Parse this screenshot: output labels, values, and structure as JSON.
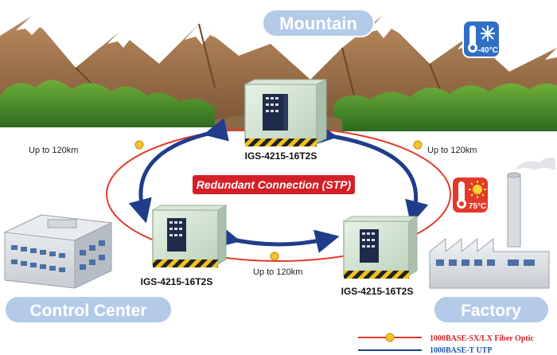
{
  "title": "Mountain",
  "locations": {
    "control_center": "Control Center",
    "factory": "Factory"
  },
  "devices": {
    "top": "IGS-4215-16T2S",
    "left": "IGS-4215-16T2S",
    "right": "IGS-4215-16T2S"
  },
  "distances": {
    "left": "Up to 120km",
    "right": "Up to 120km",
    "bottom": "Up to 120km"
  },
  "banner": "Redundant Connection (STP)",
  "temperatures": {
    "cold": "-40°C",
    "hot": "75°C"
  },
  "legend": {
    "fiber": "1000BASE-SX/LX Fiber Optic",
    "utp": "1000BASE-T UTP"
  },
  "colors": {
    "fiber_line": "#e23a2a",
    "utp_arrow": "#1f3d8a",
    "banner_bg": "#d51f26",
    "pill_bg": "#b3cbe8",
    "cold_badge": "#2f6fc4",
    "hot_badge": "#e23a2a"
  },
  "icons": {
    "cold": "snowflake-thermometer-icon",
    "hot": "sun-thermometer-icon"
  }
}
